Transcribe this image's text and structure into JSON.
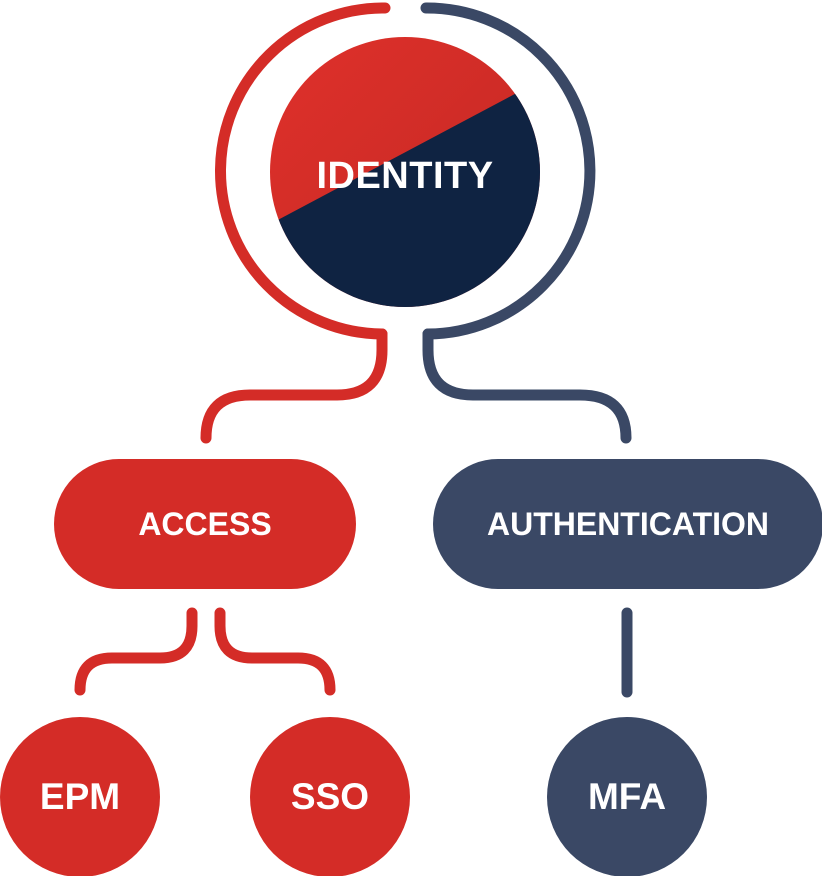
{
  "diagram": {
    "root": {
      "label": "IDENTITY"
    },
    "branches": [
      {
        "label": "ACCESS",
        "children": [
          {
            "label": "EPM"
          },
          {
            "label": "SSO"
          }
        ]
      },
      {
        "label": "AUTHENTICATION",
        "children": [
          {
            "label": "MFA"
          }
        ]
      }
    ]
  },
  "colors": {
    "red": "#d42c27",
    "navy": "#0f2342",
    "slate": "#3a4865",
    "background": "#ffffff",
    "text": "#ffffff"
  }
}
